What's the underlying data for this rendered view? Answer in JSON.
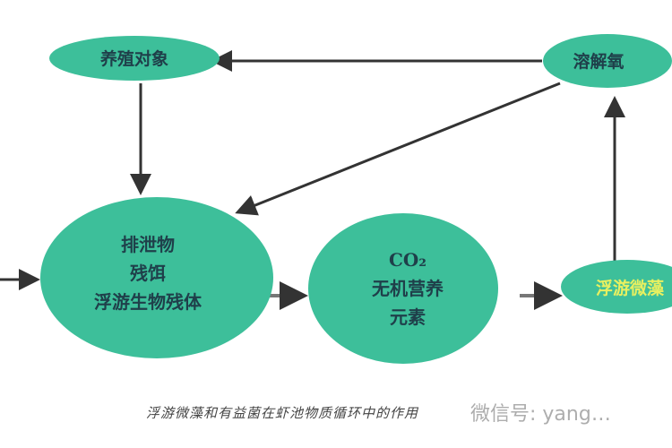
{
  "nodes": {
    "aquaculture_target": "养殖对象",
    "dissolved_oxygen": "溶解氧",
    "waste": [
      "排泄物",
      "残饵",
      "浮游生物残体"
    ],
    "nutrients": [
      "CO₂",
      "无机营养",
      "元素"
    ],
    "microalgae": "浮游微藻"
  },
  "caption": "浮游微藻和有益菌在虾池物质循环中的作用",
  "watermark": "微信号: yang…",
  "colors": {
    "node_fill": "#3dbf9a",
    "text": "#1f3f4a",
    "microalgae_text": "#e8f060",
    "arrow": "#333333"
  }
}
